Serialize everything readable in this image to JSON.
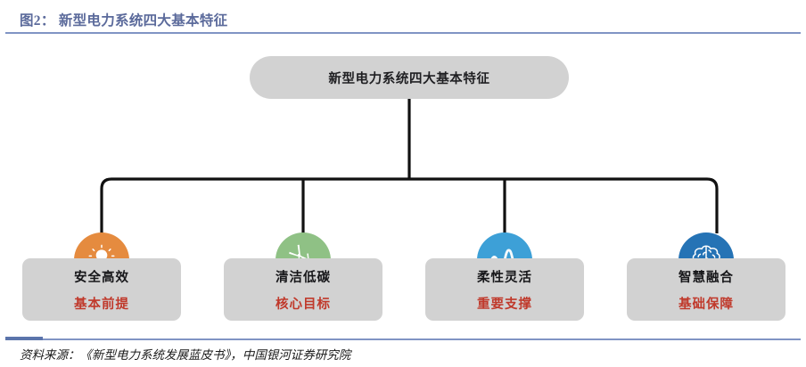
{
  "figure": {
    "title": "图2： 新型电力系统四大基本特征",
    "source": "资料来源：《新型电力系统发展蓝皮书》，中国银河证券研究院"
  },
  "diagram": {
    "root": {
      "label": "新型电力系统四大基本特征",
      "fill": "#d2d2d2",
      "text_color": "#1f1f22"
    },
    "connector_color": "#111111",
    "nodes": [
      {
        "icon_name": "hands-lightbulb-icon",
        "icon_color": "#e58b3f",
        "title": "安全高效",
        "subtitle": "基本前提",
        "subtitle_color": "#c0392b",
        "box_fill": "#d2d2d2"
      },
      {
        "icon_name": "wind-turbine-icon",
        "icon_color": "#8fc185",
        "title": "清洁低碳",
        "subtitle": "核心目标",
        "subtitle_color": "#c0392b",
        "box_fill": "#d2d2d2"
      },
      {
        "icon_name": "wave-curve-icon",
        "icon_color": "#3da0d7",
        "title": "柔性灵活",
        "subtitle": "重要支撑",
        "subtitle_color": "#c0392b",
        "box_fill": "#d2d2d2"
      },
      {
        "icon_name": "brain-icon",
        "icon_color": "#2573b5",
        "title": "智慧融合",
        "subtitle": "基础保障",
        "subtitle_color": "#c0392b",
        "box_fill": "#d2d2d2"
      }
    ]
  },
  "theme": {
    "title_color": "#5b6a9b",
    "rule_color": "#8094c4",
    "rule_accent_color": "#5b74ab",
    "background": "#ffffff"
  }
}
